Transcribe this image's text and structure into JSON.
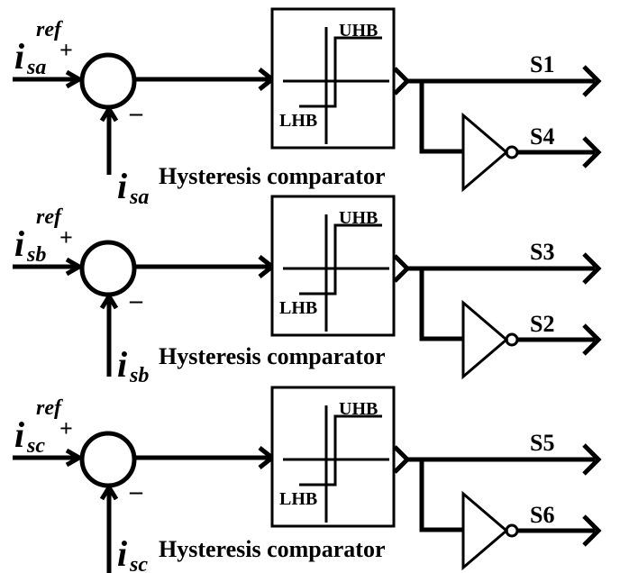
{
  "rows": [
    {
      "ref_symbol": "i",
      "ref_subscript": "sa",
      "ref_superscript": "ref",
      "plus": "+",
      "minus": "–",
      "feedback_symbol": "i",
      "feedback_subscript": "sa",
      "upper_band": "UHB",
      "lower_band": "LHB",
      "comparator_label": "Hysteresis comparator",
      "out_direct": "S1",
      "out_inverted": "S4"
    },
    {
      "ref_symbol": "i",
      "ref_subscript": "sb",
      "ref_superscript": "ref",
      "plus": "+",
      "minus": "–",
      "feedback_symbol": "i",
      "feedback_subscript": "sb",
      "upper_band": "UHB",
      "lower_band": "LHB",
      "comparator_label": "Hysteresis comparator",
      "out_direct": "S3",
      "out_inverted": "S2"
    },
    {
      "ref_symbol": "i",
      "ref_subscript": "sc",
      "ref_superscript": "ref",
      "plus": "+",
      "minus": "–",
      "feedback_symbol": "i",
      "feedback_subscript": "sc",
      "upper_band": "UHB",
      "lower_band": "LHB",
      "comparator_label": "Hysteresis comparator",
      "out_direct": "S5",
      "out_inverted": "S6"
    }
  ]
}
